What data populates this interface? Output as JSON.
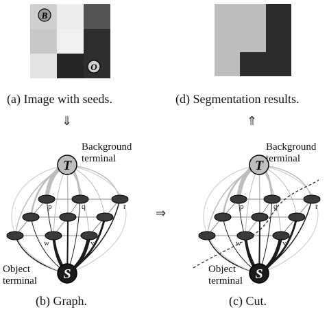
{
  "panels": {
    "a": {
      "caption": "(a) Image with seeds.",
      "grid_colors": [
        [
          "#cfcfcf",
          "#ececec",
          "#555555"
        ],
        [
          "#c8c8c8",
          "#f0f0f0",
          "#2e2e2e"
        ],
        [
          "#e3e3e3",
          "#262626",
          "#2e2e2e"
        ]
      ],
      "seed_background": "B",
      "seed_object": "O"
    },
    "d": {
      "caption": "(d) Segmentation results.",
      "background_color": "#bdbdbd",
      "object_color": "#2b2b2b"
    },
    "b": {
      "caption": "(b) Graph.",
      "background_terminal": [
        "Background",
        "terminal"
      ],
      "object_terminal": [
        "Object",
        "terminal"
      ],
      "T": "T",
      "S": "S",
      "node_labels": {
        "p": "p",
        "q": "q",
        "r": "r",
        "w": "w",
        "v": "v"
      }
    },
    "c": {
      "caption": "(c) Cut.",
      "background_terminal": [
        "Background",
        "terminal"
      ],
      "object_terminal": [
        "Object",
        "terminal"
      ],
      "T": "T",
      "S": "S",
      "node_labels": {
        "p": "p",
        "q": "q",
        "r": "r",
        "w": "w",
        "v": "v"
      }
    }
  },
  "arrows": {
    "a_to_b": "⇓",
    "b_to_c": "⇒",
    "c_to_d": "⇑"
  },
  "colors": {
    "node_fill": "#3a3a3a",
    "terminal_T_fill": "#bfbfbf",
    "terminal_S_fill": "#1a1a1a",
    "t_link": "#bdbdbd",
    "s_link": "#1c1c1c",
    "n_link": "#8a8a8a"
  }
}
